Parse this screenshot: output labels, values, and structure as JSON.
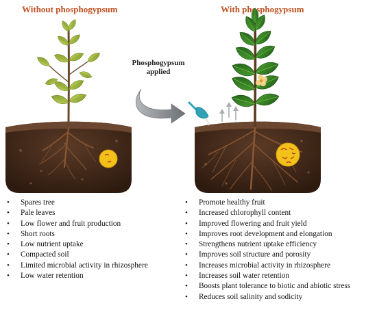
{
  "titles": {
    "left": "Without phosphogypsum",
    "right": "With phosphogypsum"
  },
  "arrow_caption": {
    "line1": "Phosphogypsum",
    "line2": "applied"
  },
  "without_effects": [
    "Spares tree",
    "Pale leaves",
    "Low flower and fruit production",
    "Short roots",
    "Low nutrient uptake",
    "Compacted soil",
    "Limited microbial activity in rhizosphere",
    "Low water retention"
  ],
  "with_effects": [
    "Promote healthy fruit",
    "Increased chlorophyll content",
    "Improved flowering and fruit yield",
    "Improves root development and elongation",
    "Strengthens nutrient uptake efficiency",
    "Improves soil structure and porosity",
    "Increases microbial activity in rhizosphere",
    "Increases soil water retention",
    "Boosts plant tolerance to biotic and abiotic stress",
    "Reduces soil salinity and sodicity"
  ],
  "colors": {
    "title": "#c0501f",
    "soil_dark": "#3b2416",
    "soil_mid": "#5a3a26",
    "leaf_pale": "#9bb83a",
    "leaf_healthy": "#2f7d23",
    "root": "#7a4a2a",
    "microbe": "#f2c21b",
    "arrow": "#8a8f93",
    "scoop": "#2fa3b5"
  },
  "icons": [
    "curved-arrow-icon",
    "scoop-icon",
    "upward-arrows-icon",
    "microbe-circle-icon",
    "flower-icon"
  ]
}
